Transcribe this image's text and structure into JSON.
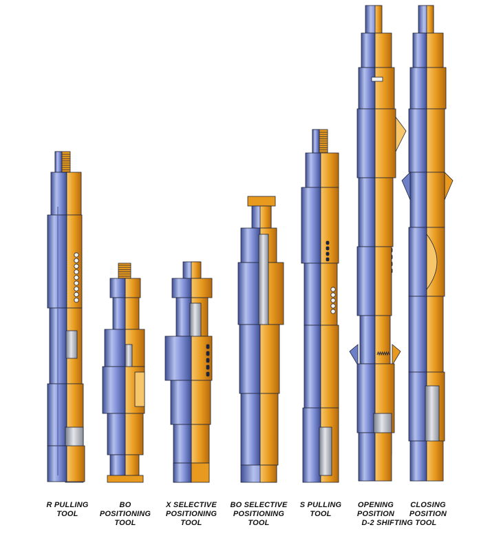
{
  "colors": {
    "steel_blue": "#6d7fc6",
    "steel_light": "#b4c0ec",
    "steel_dark": "#3f4f96",
    "brass_orange": "#e89a1e",
    "brass_light": "#f7c66a",
    "brass_dark": "#b56a0c",
    "outline": "#1e2438"
  },
  "tools": [
    {
      "id": "r-pulling",
      "lines": [
        "R PULLING",
        "TOOL"
      ]
    },
    {
      "id": "bo-positioning",
      "lines": [
        "BO",
        "POSITIONING",
        "TOOL"
      ]
    },
    {
      "id": "x-selective",
      "lines": [
        "X SELECTIVE",
        "POSITIONING",
        "TOOL"
      ]
    },
    {
      "id": "bo-selective",
      "lines": [
        "BO SELECTIVE",
        "POSITIONING",
        "TOOL"
      ]
    },
    {
      "id": "s-pulling",
      "lines": [
        "S PULLING",
        "TOOL"
      ]
    },
    {
      "id": "opening",
      "lines": [
        "OPENING",
        "POSITION"
      ]
    },
    {
      "id": "closing",
      "lines": [
        "CLOSING",
        "POSITION"
      ]
    }
  ],
  "group_label": "D-2 SHIFTING TOOL"
}
